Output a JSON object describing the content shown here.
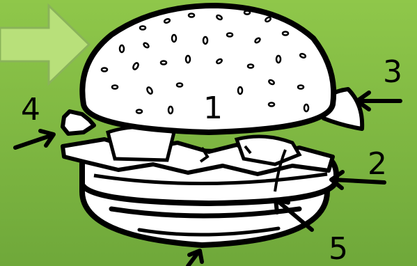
{
  "colors": {
    "background_top": "#8fc74a",
    "background_bottom": "#6fa83a",
    "arrow_fill": "#b8e07a",
    "arrow_stroke": "#8ab35a",
    "line": "#000000",
    "fill": "#ffffff"
  },
  "labels": {
    "bun_top": "1",
    "patty": "2",
    "tomato": "3",
    "lettuce": "4",
    "onion": "5"
  },
  "icons": {
    "pointer": "right-arrow-icon"
  }
}
